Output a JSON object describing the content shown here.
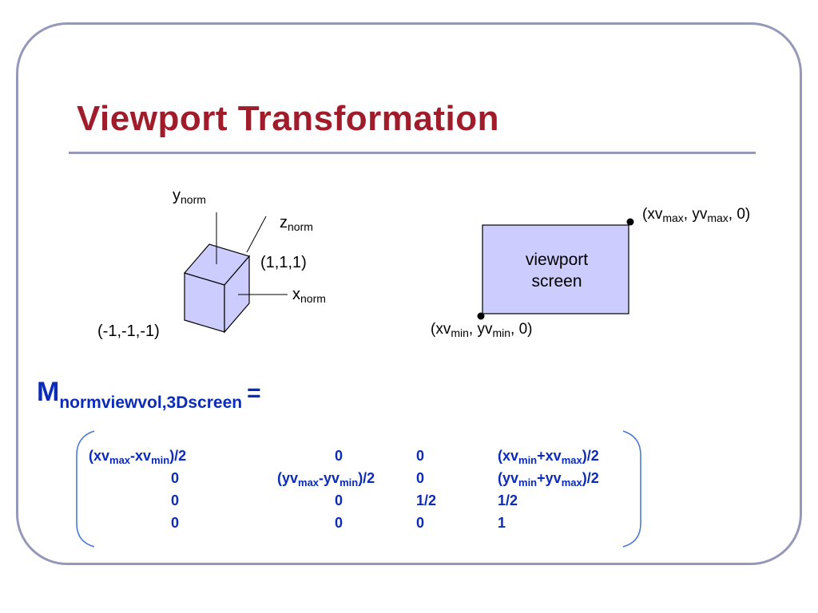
{
  "slide": {
    "title": "Viewport Transformation",
    "colors": {
      "title": "#a01c2a",
      "matrix_text": "#0b2bb8",
      "shape_fill": "#ccccff",
      "frame": "#9598b8"
    }
  },
  "cube": {
    "axes": {
      "y": {
        "base": "y",
        "sub": "norm"
      },
      "z": {
        "base": "z",
        "sub": "norm"
      },
      "x": {
        "base": "x",
        "sub": "norm"
      }
    },
    "corner_max": "(1,1,1)",
    "corner_min": "(-1,-1,-1)"
  },
  "viewport": {
    "line1": "viewport",
    "line2": "screen",
    "max_corner": {
      "open": "(xv",
      "sub1": "max",
      "mid": ", yv",
      "sub2": "max",
      "close": ", 0)"
    },
    "min_corner": {
      "open": "(xv",
      "sub1": "min",
      "mid": ", yv",
      "sub2": "min",
      "close": ", 0)"
    }
  },
  "matrix": {
    "name": "M",
    "name_sub": "normviewvol,3Dscreen",
    "equals": "=",
    "r0c0": {
      "a": "(xv",
      "a_sub": "max",
      "b": "-xv",
      "b_sub": "min",
      "c": ")/2"
    },
    "r0c1": "0",
    "r0c2": "0",
    "r0c3": {
      "a": "(xv",
      "a_sub": "min",
      "b": "+xv",
      "b_sub": "max",
      "c": ")/2"
    },
    "r1c0": "0",
    "r1c1": {
      "a": "(yv",
      "a_sub": "max",
      "b": "-yv",
      "b_sub": "min",
      "c": ")/2"
    },
    "r1c2": "0",
    "r1c3": {
      "a": "(yv",
      "a_sub": "min",
      "b": "+yv",
      "b_sub": "max",
      "c": ")/2"
    },
    "r2c0": "0",
    "r2c1": "0",
    "r2c2": "1/2",
    "r2c3": "1/2",
    "r3c0": "0",
    "r3c1": "0",
    "r3c2": "0",
    "r3c3": "1"
  }
}
